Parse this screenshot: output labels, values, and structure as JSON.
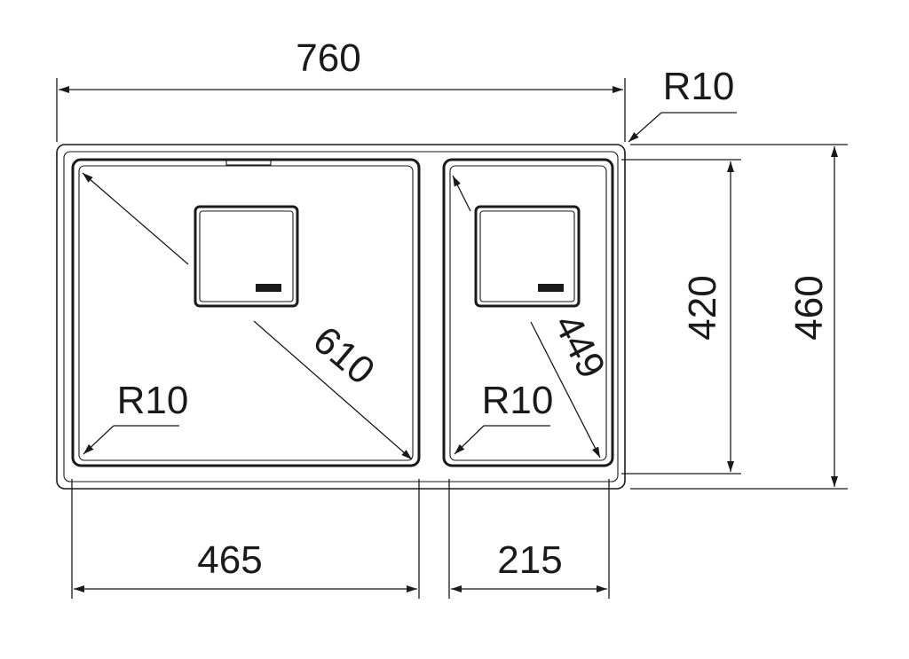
{
  "dimensions": {
    "overall_width": "760",
    "overall_depth": "460",
    "bowl_depth": "420",
    "large_bowl_width": "465",
    "small_bowl_width": "215",
    "large_bowl_diagonal": "610",
    "small_bowl_diagonal": "449",
    "corner_radius_outer": "R10",
    "corner_radius_large_bowl": "R10",
    "corner_radius_small_bowl": "R10"
  }
}
